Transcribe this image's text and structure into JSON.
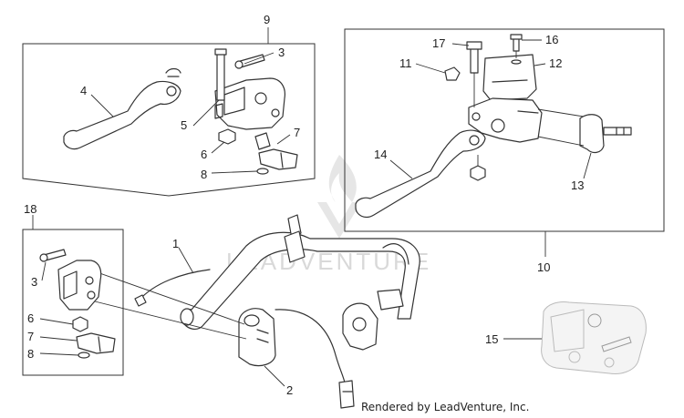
{
  "callouts": {
    "c1": "1",
    "c2": "2",
    "c3a": "3",
    "c3b": "3",
    "c4": "4",
    "c5": "5",
    "c6a": "6",
    "c6b": "6",
    "c7a": "7",
    "c7b": "7",
    "c8a": "8",
    "c8b": "8",
    "c9": "9",
    "c10": "10",
    "c11": "11",
    "c12": "12",
    "c13": "13",
    "c14": "14",
    "c15": "15",
    "c16": "16",
    "c17": "17",
    "c18": "18"
  },
  "watermark": "LEADVENTURE",
  "credit": "Rendered by LeadVenture, Inc."
}
